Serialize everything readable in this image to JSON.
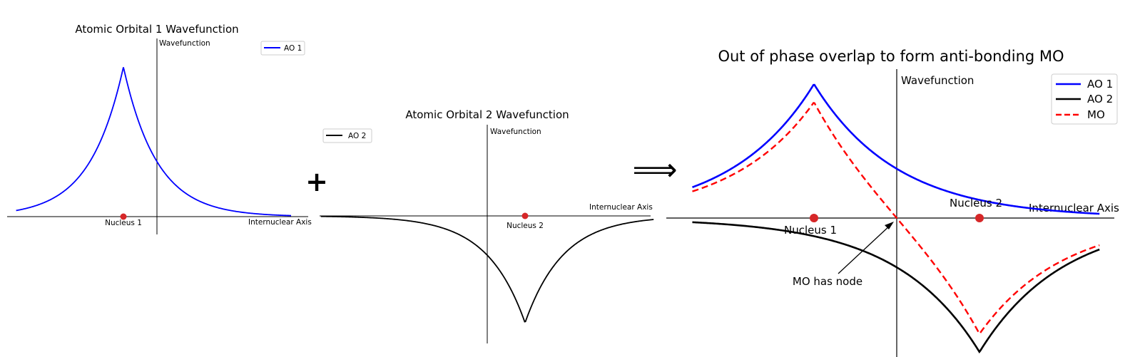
{
  "figure": {
    "plus_symbol": "+",
    "implies_symbol": "⟹"
  },
  "chart_data": [
    {
      "type": "line",
      "title": "Atomic Orbital 1 Wavefunction",
      "xlabel": "Internuclear Axis",
      "ylabel": "Wavefunction",
      "xlim": [
        -4.4,
        4.4
      ],
      "ylim": [
        0,
        1.1
      ],
      "legend_position": "top-right",
      "series": [
        {
          "name": "AO 1",
          "color": "#0000ff",
          "function": "exp(-|x-c|)",
          "center": -1.0,
          "amplitude": 1.0
        }
      ],
      "nuclei": [
        {
          "label": "Nucleus 1",
          "x": -1.0,
          "color": "#d62728"
        }
      ]
    },
    {
      "type": "line",
      "title": "Atomic Orbital 2 Wavefunction",
      "xlabel": "Internuclear Axis",
      "ylabel": "Wavefunction",
      "xlim": [
        -4.4,
        4.4
      ],
      "ylim": [
        -1.1,
        0.6
      ],
      "legend_position": "top-left",
      "series": [
        {
          "name": "AO 2",
          "color": "#000000",
          "function": "exp(-|x-c|)",
          "center": 1.0,
          "amplitude": -1.0
        }
      ],
      "nuclei": [
        {
          "label": "Nucleus 2",
          "x": 1.0,
          "color": "#d62728"
        }
      ]
    },
    {
      "type": "line",
      "title": "Out of phase overlap to form anti-bonding MO",
      "xlabel": "Internuclear Axis",
      "ylabel": "Wavefunction",
      "xlim": [
        -2.55,
        2.55
      ],
      "ylim": [
        -1.1,
        1.1
      ],
      "legend_position": "top-right",
      "series": [
        {
          "name": "AO 1",
          "color": "#0000ff",
          "function": "exp(-|x-c|)",
          "center": -1.0,
          "amplitude": 1.0
        },
        {
          "name": "AO 2",
          "color": "#000000",
          "function": "exp(-|x-c|)",
          "center": 1.0,
          "amplitude": -1.0
        },
        {
          "name": "MO",
          "color": "#ff0000",
          "dashed": true,
          "function": "AO 1 + AO 2"
        }
      ],
      "nuclei": [
        {
          "label": "Nucleus 1",
          "x": -1.0,
          "color": "#d62728"
        },
        {
          "label": "Nucleus 2",
          "x": 1.0,
          "color": "#d62728"
        }
      ],
      "annotations": [
        {
          "text": "MO has node",
          "x": 0.0,
          "y": 0.0
        }
      ]
    }
  ]
}
